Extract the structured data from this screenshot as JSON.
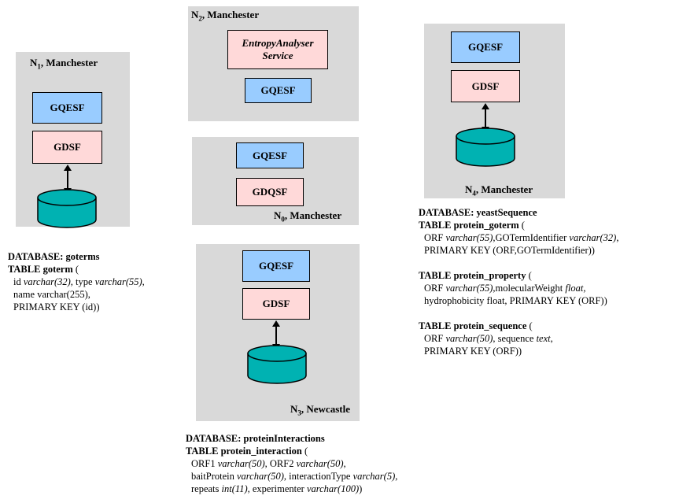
{
  "nodes": {
    "n1": {
      "name": "N",
      "sub": "1",
      "location": ", Manchester"
    },
    "n2": {
      "name": "N",
      "sub": "2",
      "location": ", Manchester",
      "service": "EntropyAnalyser Service"
    },
    "n0": {
      "name": "N",
      "sub": "0",
      "location": ", Manchester"
    },
    "n3": {
      "name": "N",
      "sub": "3",
      "location": ", Newcastle"
    },
    "n4": {
      "name": "N",
      "sub": "4",
      "location": ", Manchester"
    }
  },
  "components": {
    "gqesf": "GQESF",
    "gdsf": "GDSF",
    "gdqsf": "GDQSF"
  },
  "colors": {
    "node_bg": "#d9d9d9",
    "gqesf": "#99ccff",
    "gdsf": "#ffd9d9",
    "database": "#00b2b2"
  },
  "schemas": {
    "goterms": {
      "database": "DATABASE: goterms",
      "table": "TABLE goterm",
      "open": " (",
      "lines": [
        [
          "id ",
          "varchar(32)",
          ", type ",
          "varchar(55)",
          ","
        ],
        [
          "name varchar(255),"
        ],
        [
          "PRIMARY KEY  (id))"
        ]
      ]
    },
    "proteinInteractions": {
      "database": "DATABASE: proteinInteractions",
      "table": "TABLE protein_interaction",
      "open": " (",
      "lines": [
        [
          "ORF1 ",
          "varchar(50)",
          ",  ORF2 ",
          "varchar(50)",
          ","
        ],
        [
          "baitProtein ",
          "varchar(50)",
          ", interactionType ",
          "varchar(5)",
          ","
        ],
        [
          "repeats ",
          "int(11)",
          ", experimenter ",
          "varchar(100)",
          ")"
        ]
      ]
    },
    "yeastSequence": {
      "database": "DATABASE: yeastSequence",
      "tables": [
        {
          "table": "TABLE protein_goterm",
          "open": " (",
          "lines": [
            [
              "ORF ",
              "varchar(55)",
              ",GOTermIdentifier ",
              "varchar(32)",
              ","
            ],
            [
              "PRIMARY KEY  (ORF,GOTermIdentifier))"
            ]
          ]
        },
        {
          "table": "TABLE protein_property",
          "open": " (",
          "lines": [
            [
              "ORF ",
              "varchar(55)",
              ",molecularWeight ",
              "float",
              ","
            ],
            [
              "hydrophobicity float, PRIMARY KEY  (ORF))"
            ]
          ]
        },
        {
          "table": "TABLE protein_sequence",
          "open": " (",
          "lines": [
            [
              "ORF ",
              "varchar(50)",
              ",  sequence ",
              "text",
              ","
            ],
            [
              "PRIMARY KEY  (ORF))"
            ]
          ]
        }
      ]
    }
  }
}
